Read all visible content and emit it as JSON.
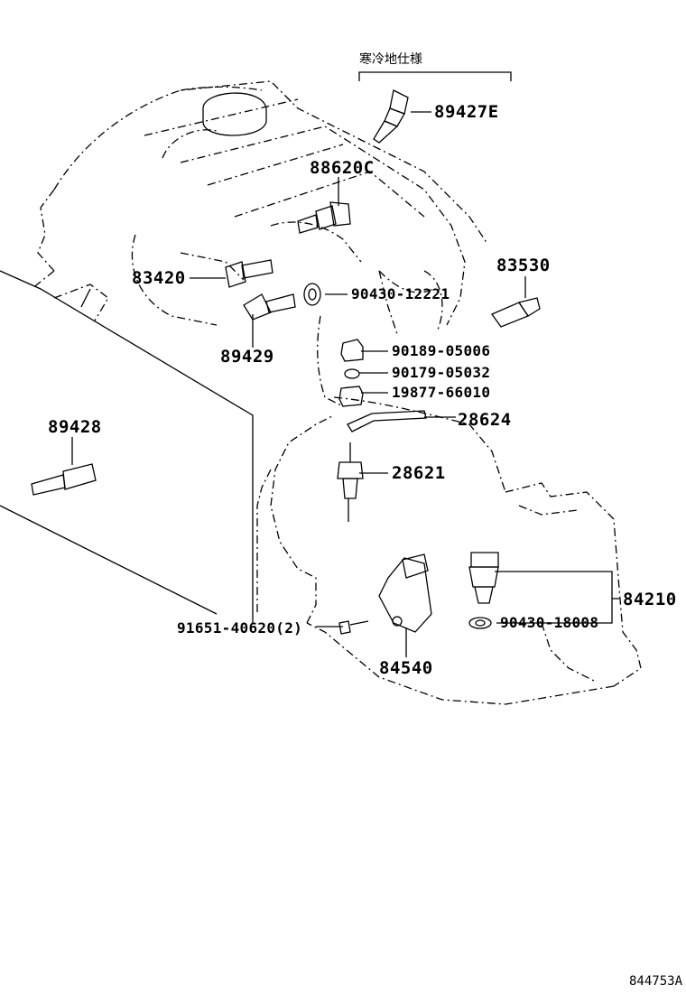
{
  "diagram": {
    "note_label": "寒冷地仕様",
    "figure_id": "844753A",
    "parts": {
      "p89427e": "89427E",
      "p88620c": "88620C",
      "p83420": "83420",
      "p90430_12221": "90430-12221",
      "p83530": "83530",
      "p89429": "89429",
      "p90189_05006": "90189-05006",
      "p90179_05032": "90179-05032",
      "p19877_66010": "19877-66010",
      "p28624": "28624",
      "p89428": "89428",
      "p28621": "28621",
      "p84210": "84210",
      "p90430_18008": "90430-18008",
      "p91651_40620": "91651-40620(2)",
      "p84540": "84540"
    }
  }
}
